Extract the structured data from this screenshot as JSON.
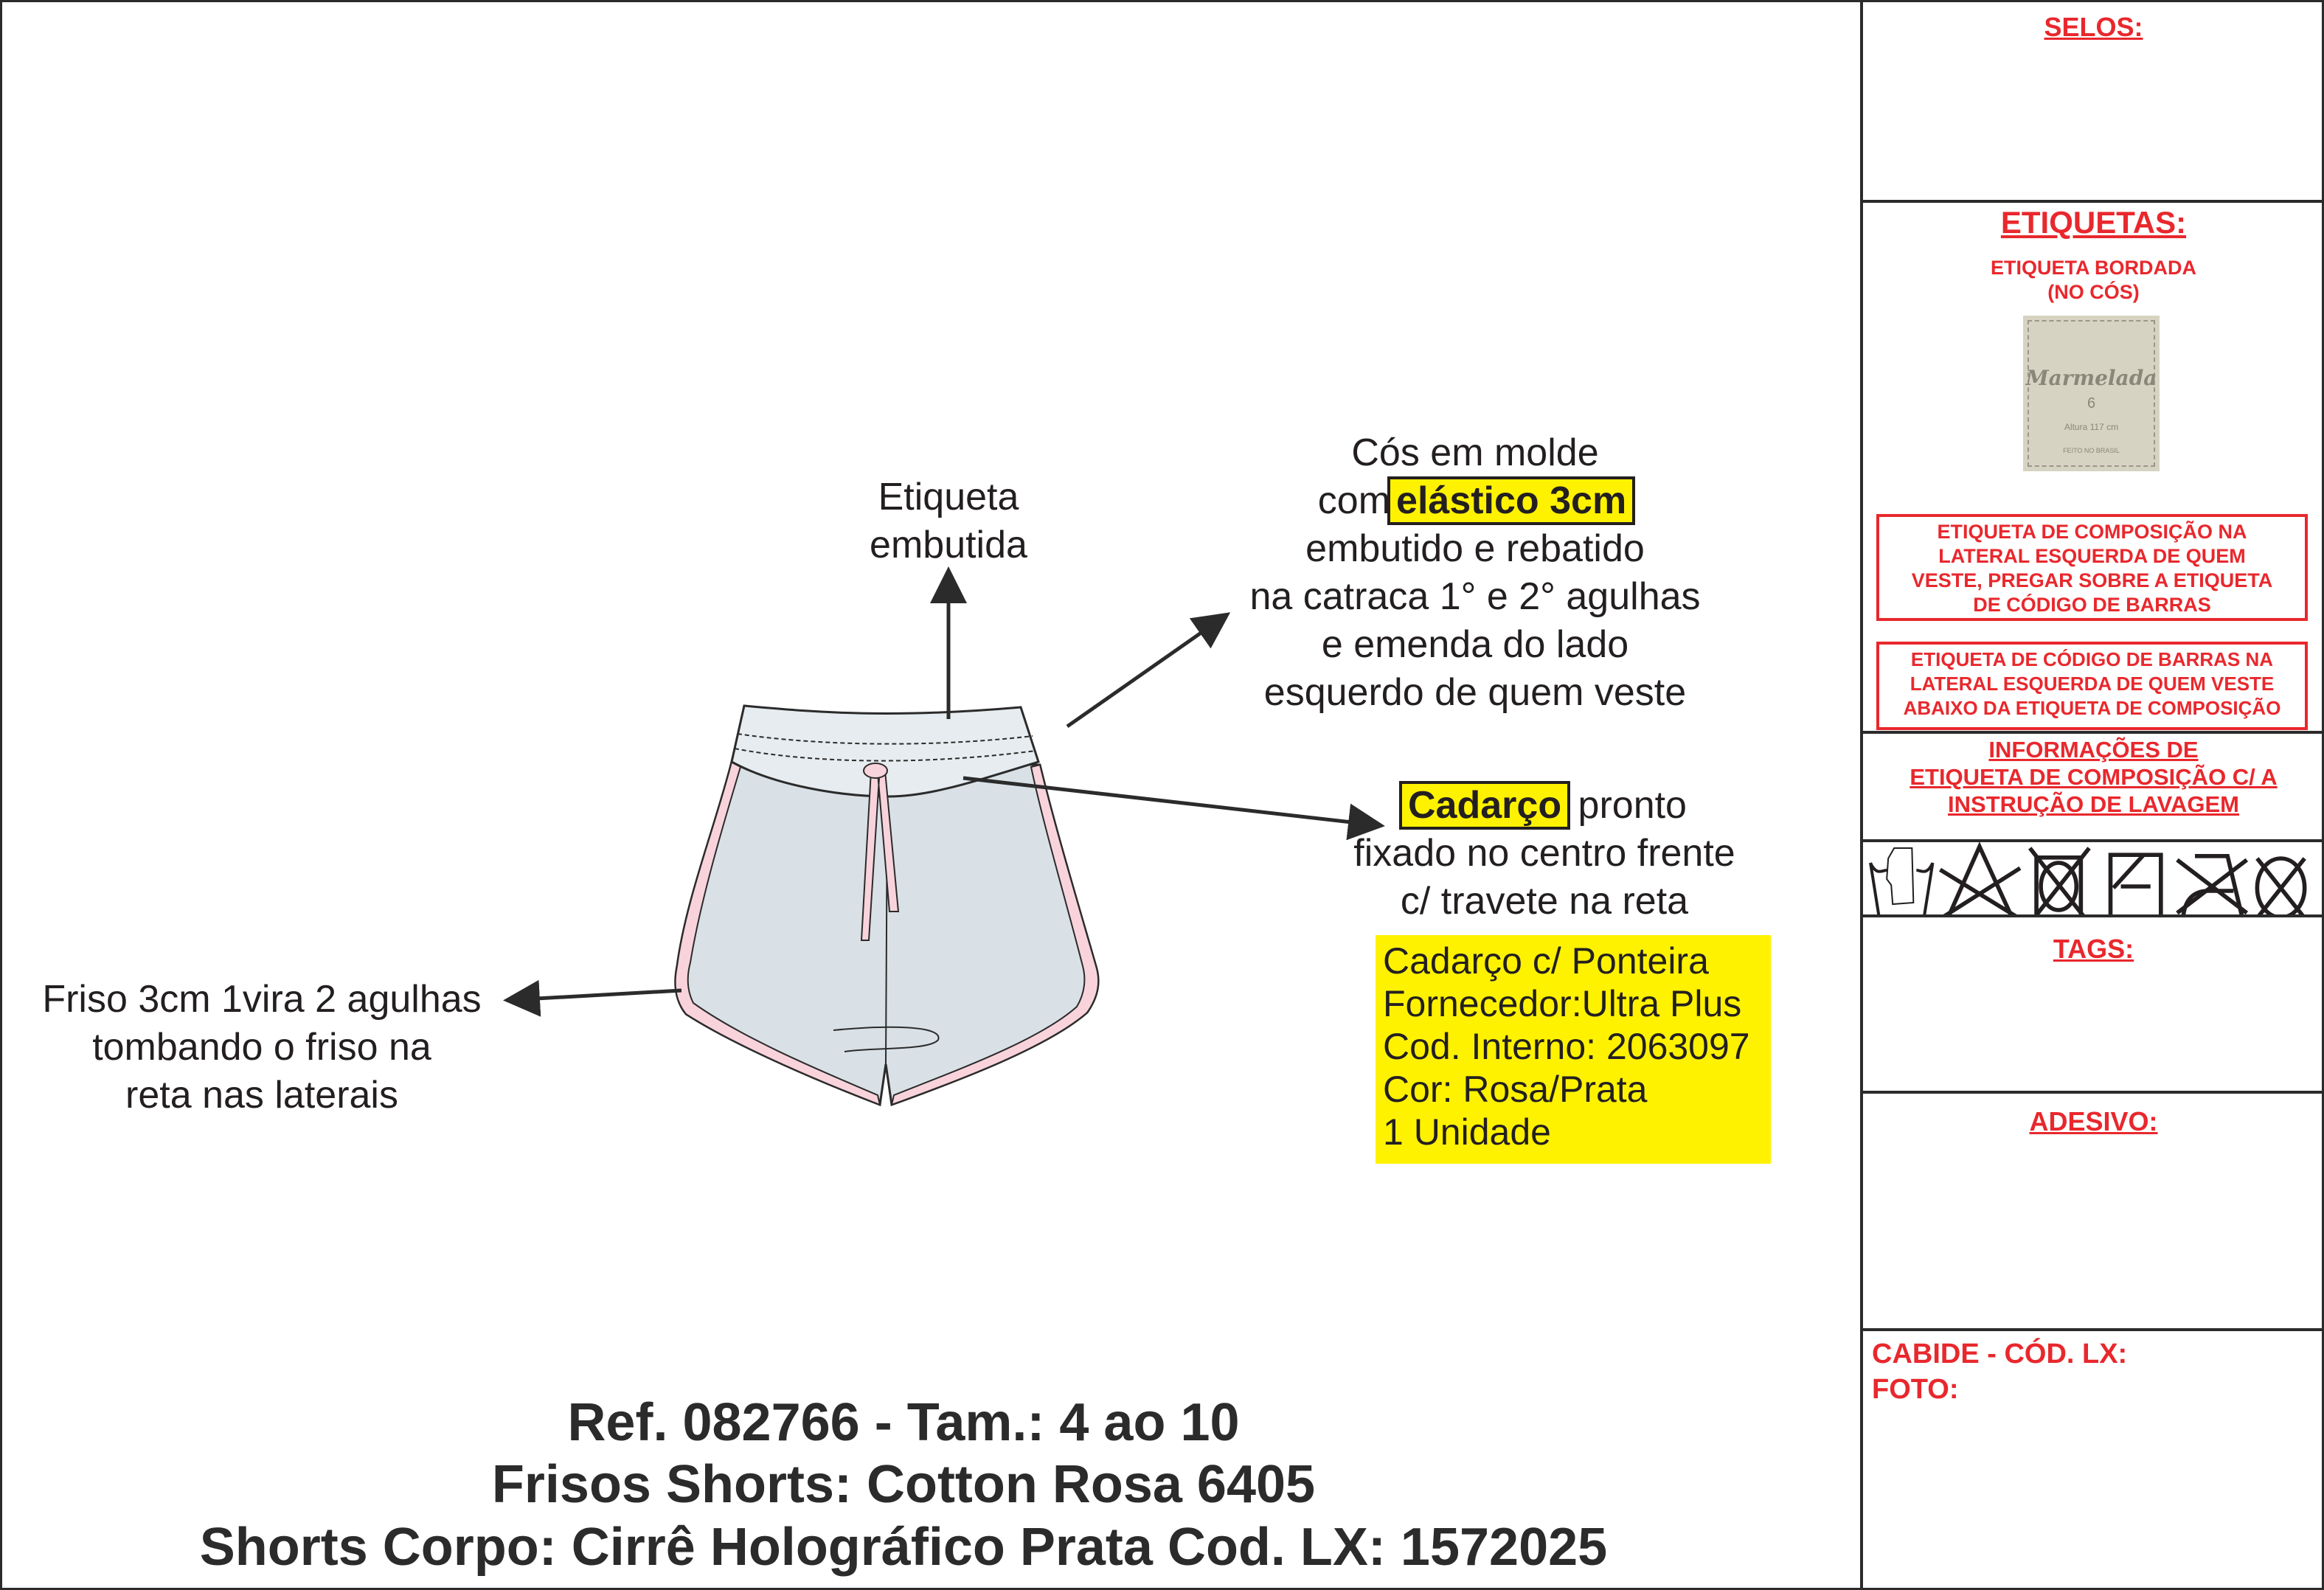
{
  "annotations": {
    "etiqueta": [
      "Etiqueta",
      "embutida"
    ],
    "cos": {
      "line1": "Cós em molde",
      "line2_prefix": "com",
      "line2_highlight": "elástico 3cm",
      "line3": "embutido e rebatido",
      "line4": "na catraca 1° e 2° agulhas",
      "line5": "e emenda do lado",
      "line6": "esquerdo de quem veste"
    },
    "cadarco": {
      "highlight": "Cadarço",
      "line1_suffix": "pronto",
      "line2": "fixado no centro frente",
      "line3": "c/ travete na reta"
    },
    "friso": [
      "Friso 3cm 1vira 2 agulhas",
      "tombando o friso na",
      "reta nas laterais"
    ],
    "supplier_box": [
      "Cadarço c/ Ponteira",
      "Fornecedor:Ultra Plus",
      "Cod. Interno: 2063097",
      "Cor: Rosa/Prata",
      "1 Unidade"
    ]
  },
  "footer": {
    "line1": "Ref. 082766 - Tam.: 4 ao 10",
    "line2": "Frisos Shorts: Cotton Rosa 6405",
    "line3": "Shorts Corpo: Cirrê Holográfico Prata Cod. LX: 1572025"
  },
  "sidebar": {
    "selos": "SELOS:",
    "etiquetas": "ETIQUETAS:",
    "bordada": [
      "ETIQUETA BORDADA",
      "(NO CÓS)"
    ],
    "label_sample": {
      "brand": "Marmelada",
      "size": "6",
      "height": "Altura 117 cm",
      "origin": "FEITO NO BRASIL"
    },
    "composicao_box": [
      "ETIQUETA DE COMPOSIÇÃO NA",
      "LATERAL ESQUERDA DE QUEM",
      "VESTE, PREGAR SOBRE A ETIQUETA",
      "DE CÓDIGO DE BARRAS"
    ],
    "barras_box": [
      "ETIQUETA DE CÓDIGO DE BARRAS NA",
      "LATERAL ESQUERDA DE QUEM VESTE",
      "ABAIXO DA ETIQUETA DE COMPOSIÇÃO"
    ],
    "informacoes": [
      "INFORMAÇÕES DE",
      "ETIQUETA DE COMPOSIÇÃO C/ A",
      "INSTRUÇÃO DE LAVAGEM"
    ],
    "care_symbols": [
      "hand-wash-icon",
      "no-bleach-icon",
      "no-tumble-dry-icon",
      "line-dry-shade-icon",
      "no-iron-icon",
      "no-dry-clean-icon"
    ],
    "tags": "TAGS:",
    "adesivo": "ADESIVO:",
    "cabide": "CABIDE - CÓD. LX:",
    "foto": "FOTO:"
  },
  "colors": {
    "accent_red": "#e8282d",
    "highlight_yellow": "#fff200",
    "piping_pink": "#f9d3dc",
    "fabric_silver": "#d9e1e6"
  }
}
